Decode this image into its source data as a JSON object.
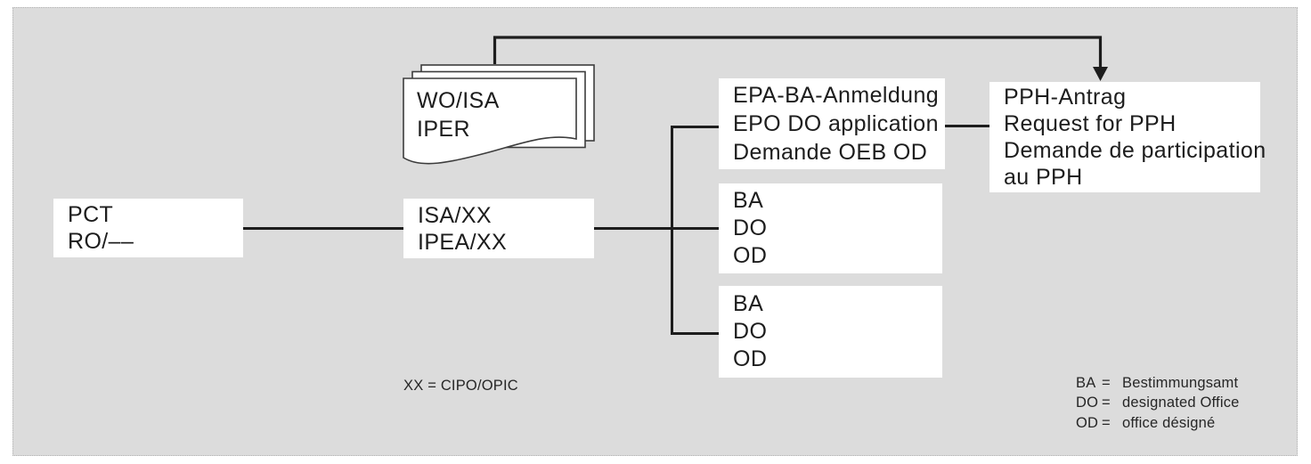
{
  "diagram": {
    "boxes": {
      "pct": {
        "lines": [
          "PCT",
          "RO/––"
        ]
      },
      "isa": {
        "lines": [
          "ISA/XX",
          "IPEA/XX"
        ]
      },
      "wo_isa_document": {
        "lines": [
          "WO/ISA",
          "IPER"
        ]
      },
      "epa": {
        "lines": [
          "EPA-BA-Anmeldung",
          "EPO DO application",
          "Demande OEB OD"
        ]
      },
      "ba_do_od_1": {
        "lines": [
          "BA",
          "DO",
          "OD"
        ]
      },
      "ba_do_od_2": {
        "lines": [
          "BA",
          "DO",
          "OD"
        ]
      },
      "pph": {
        "lines": [
          "PPH-Antrag",
          "Request for PPH",
          "Demande de participation",
          "au PPH"
        ]
      }
    },
    "annotations": {
      "xx_note": "XX = CIPO/OPIC",
      "legend": [
        {
          "abbr": "BA",
          "eq": "=",
          "def": "Bestimmungsamt"
        },
        {
          "abbr": "DO",
          "eq": "=",
          "def": "designated Office"
        },
        {
          "abbr": "OD",
          "eq": "=",
          "def": "office désigné"
        }
      ]
    },
    "colors": {
      "panel_bg": "#dcdcdc",
      "box_bg": "#ffffff",
      "line": "#1d1d1d",
      "text": "#1d1d1d",
      "doc_stroke": "#3c3c3c"
    }
  }
}
